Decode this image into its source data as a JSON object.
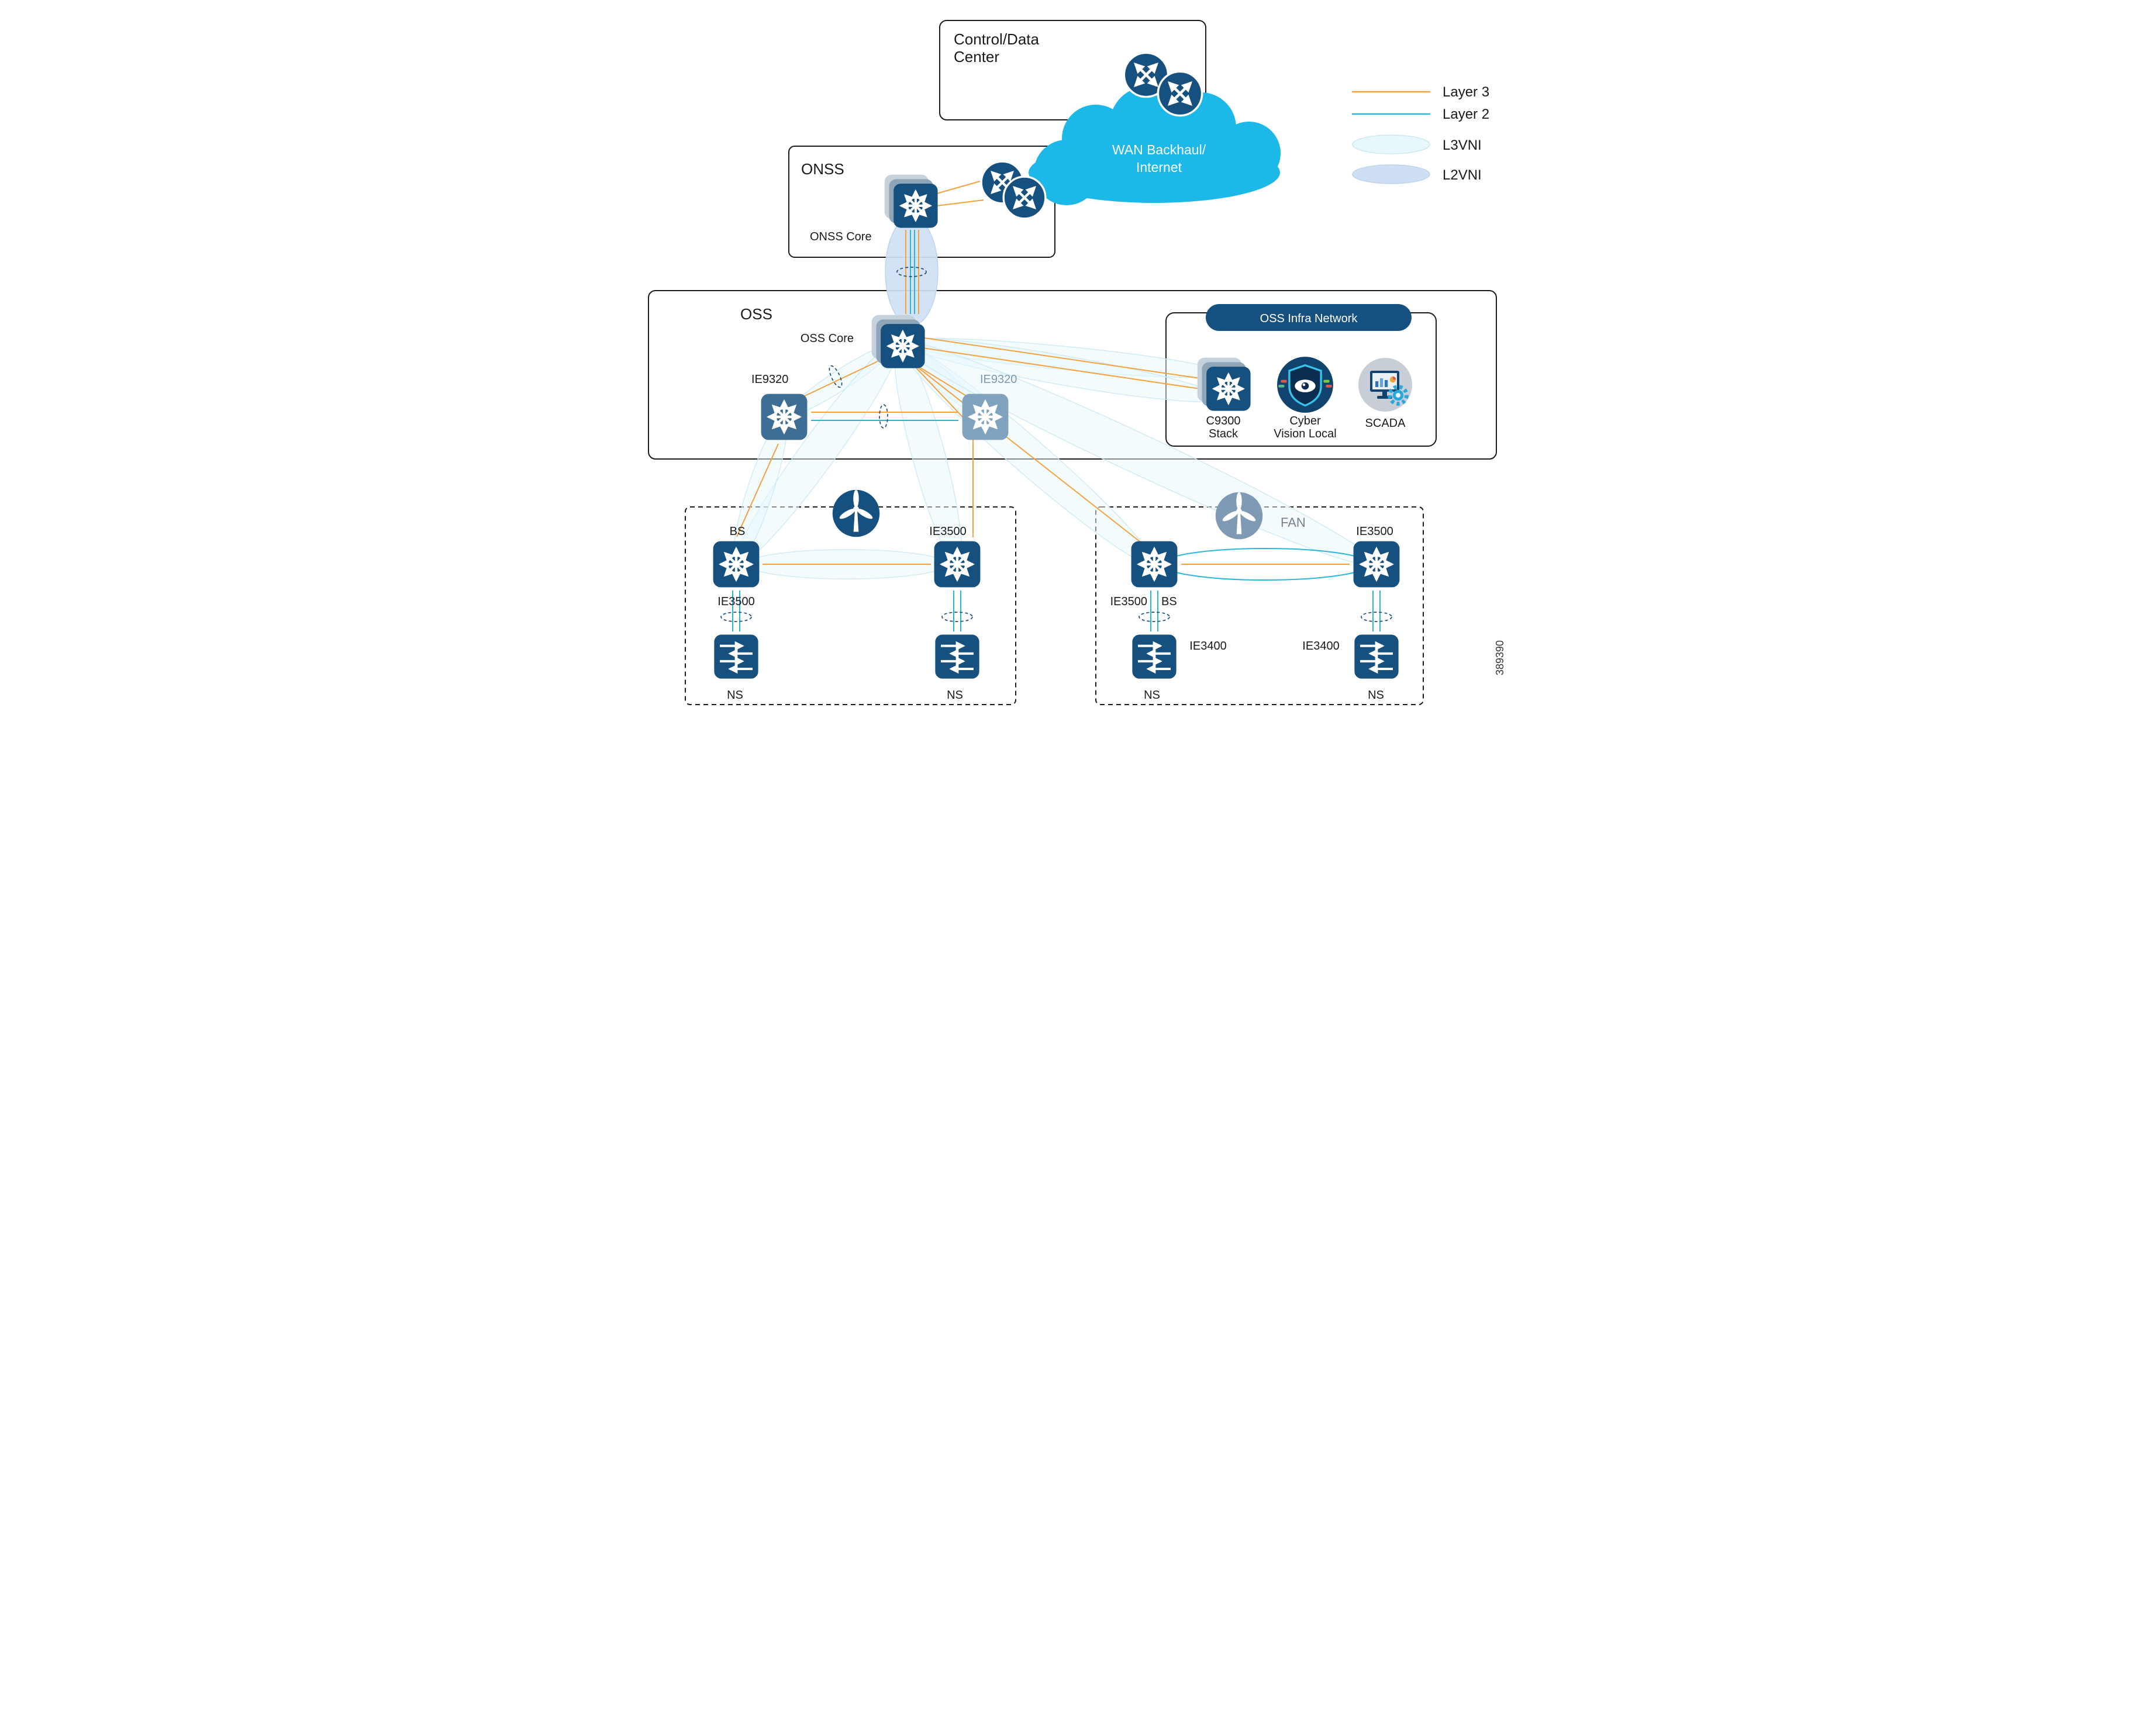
{
  "figure_number": "389390",
  "control": {
    "line1": "Control/Data",
    "line2": "Center"
  },
  "wan": {
    "line1": "WAN Backhaul/",
    "line2": "Internet"
  },
  "legend": {
    "layer3": "Layer 3",
    "layer2": "Layer 2",
    "l3vni": "L3VNI",
    "l2vni": "L2VNI"
  },
  "onss": {
    "title": "ONSS",
    "core": "ONSS Core"
  },
  "oss": {
    "title": "OSS",
    "core": "OSS Core",
    "ie9320_left": "IE9320",
    "ie9320_right": "IE9320",
    "infra_title": "OSS Infra Network",
    "c9300_line1": "C9300",
    "c9300_line2": "Stack",
    "cyber_line1": "Cyber",
    "cyber_line2": "Vision Local",
    "scada": "SCADA"
  },
  "site_left": {
    "bs": "BS",
    "bs_model": "IE3500",
    "ie3500": "IE3500",
    "ns1": "NS",
    "ns2": "NS"
  },
  "site_right": {
    "fan": "FAN",
    "bs_model": "IE3500",
    "bs": "BS",
    "ie3500": "IE3500",
    "ie3400_left": "IE3400",
    "ie3400_right": "IE3400",
    "ns1": "NS",
    "ns2": "NS"
  },
  "colors": {
    "layer3_orange": "#F2A340",
    "layer2_cyan": "#2BB6D9",
    "l3vni_fill": "#E8F7FB",
    "l2vni_fill": "#CFDFF3",
    "device_navy": "#16507E",
    "cloud_cyan": "#1CB8E8"
  },
  "icons": {
    "router": "circle-crossing-arrows",
    "layer3_switch": "square-eight-arrows",
    "layer2_switch": "square-horizontal-arrows",
    "switch_stack": "stacked-layer3-switch",
    "wind_turbine": "turbine-in-circle",
    "cyber_vision": "shield-with-eye",
    "scada": "monitor-with-gear",
    "wan_cloud": "cloud"
  }
}
